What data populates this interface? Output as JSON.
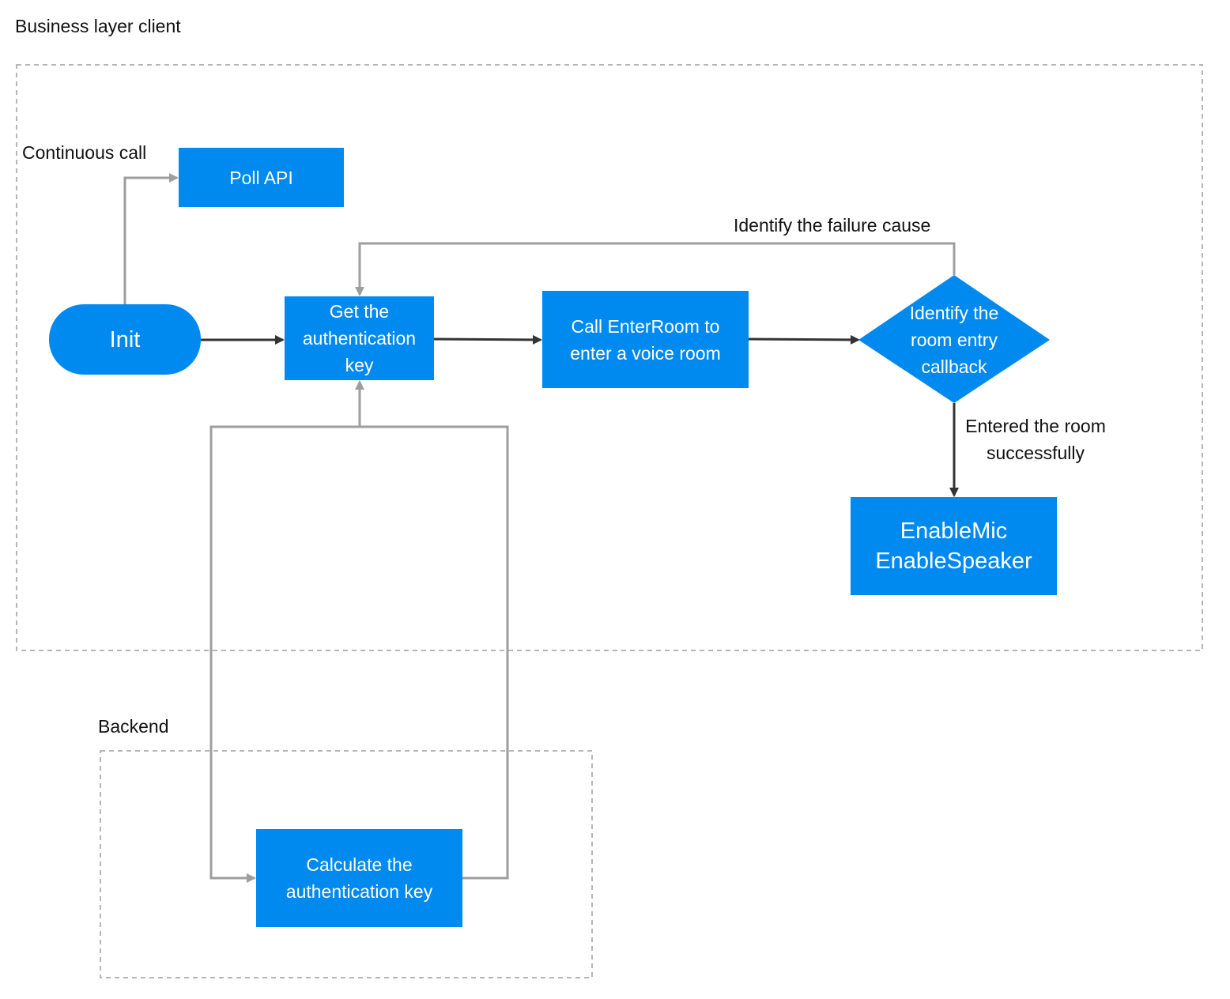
{
  "groups": {
    "client_label": "Business layer client",
    "backend_label": "Backend"
  },
  "nodes": {
    "init": "Init",
    "poll_api": "Poll API",
    "get_key": "Get the\nauthentication\nkey",
    "enter_room": "Call EnterRoom to\nenter a voice room",
    "decision": "Identify the\nroom entry\ncallback",
    "enable": "EnableMic\nEnableSpeaker",
    "calculate": "Calculate the\nauthentication key"
  },
  "edge_labels": {
    "continuous_call": "Continuous call",
    "failure_cause": "Identify the failure cause",
    "success": "Entered the room\nsuccessfully"
  },
  "colors": {
    "node_fill": "#0089ef",
    "main_arrow": "#333333",
    "secondary_arrow": "#9e9e9e",
    "group_border": "#9e9e9e"
  }
}
